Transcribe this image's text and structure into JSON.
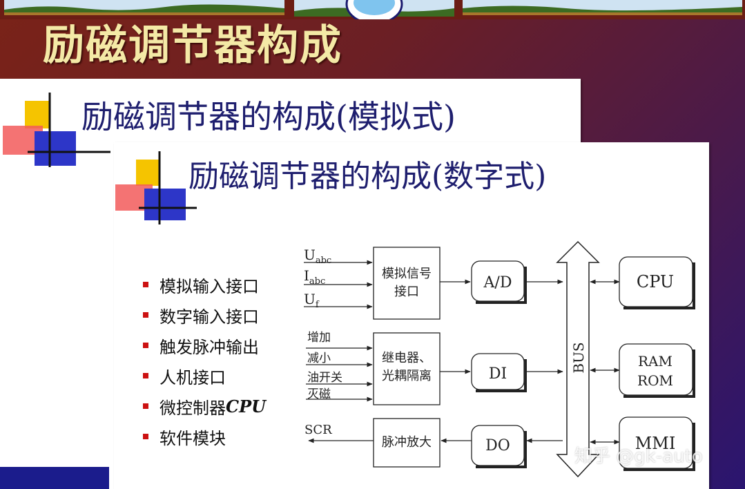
{
  "main_title": "励磁调节器构成",
  "back_slide": {
    "title": "励磁调节器的构成(模拟式)"
  },
  "front_slide": {
    "title": "励磁调节器的构成(数字式)",
    "bullets": [
      {
        "text": "模拟输入接口"
      },
      {
        "text": "数字输入接口"
      },
      {
        "text": "触发脉冲输出"
      },
      {
        "text": "人机接口"
      },
      {
        "text": "微控制器",
        "suffix": "CPU"
      },
      {
        "text": "软件模块"
      }
    ]
  },
  "diagram": {
    "inputs_analog": [
      {
        "main": "U",
        "sub": "abc"
      },
      {
        "main": "I",
        "sub": "abc"
      },
      {
        "main": "U",
        "sub": "f"
      }
    ],
    "inputs_digital": [
      "增加",
      "减小",
      "油开关",
      "灭磁"
    ],
    "output_label": "SCR",
    "analog_interface": [
      "模拟信号",
      "接口"
    ],
    "relay_box": [
      "继电器、",
      "光耦隔离"
    ],
    "pulse_amp": "脉冲放大",
    "ad": "A/D",
    "di": "DI",
    "do": "DO",
    "bus": "BUS",
    "cpu": "CPU",
    "ram": "RAM",
    "rom": "ROM",
    "mmi": "MMI"
  },
  "watermark": "知乎 @gk-auto",
  "colors": {
    "title_yellow": "#f4e9a6",
    "slide_title_navy": "#1e1e6e",
    "bullet_red": "#cc1111",
    "strip_blue": "#1b1c8c"
  }
}
